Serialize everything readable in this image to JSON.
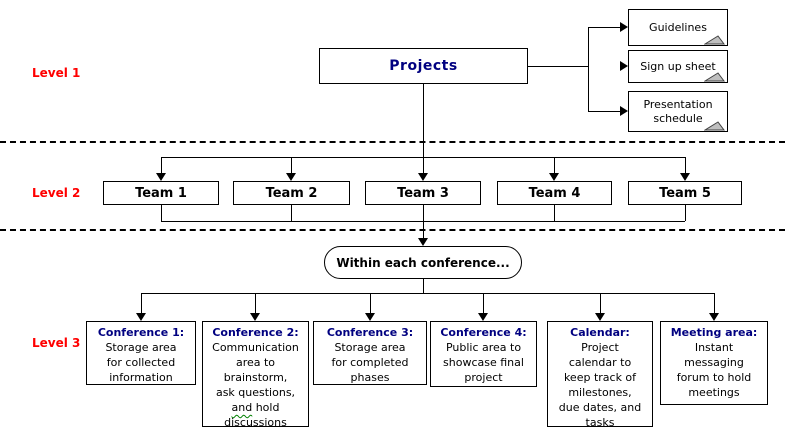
{
  "colors": {
    "title_navy": "#000080",
    "level_label_red": "#ff0000",
    "line_black": "#000000",
    "note_fold_gray": "#bfbfbf",
    "squiggle_green": "#008000"
  },
  "level1": {
    "label": "Level 1",
    "root_label": "Projects",
    "notes": [
      {
        "label": "Guidelines"
      },
      {
        "label": "Sign up sheet"
      },
      {
        "label": "Presentation\nschedule"
      }
    ]
  },
  "level2": {
    "label": "Level 2",
    "teams": [
      {
        "label": "Team 1"
      },
      {
        "label": "Team 2"
      },
      {
        "label": "Team 3"
      },
      {
        "label": "Team 4"
      },
      {
        "label": "Team 5"
      }
    ]
  },
  "level3": {
    "label": "Level 3",
    "connector_label": "Within each conference...",
    "boxes": [
      {
        "title": "Conference 1:",
        "body": "Storage area\nfor collected\ninformation"
      },
      {
        "title": "Conference 2:",
        "body_top": "Communication\narea to\nbrainstorm,\nask questions,",
        "squiggle_word": "and",
        "squiggle_rest": " hold",
        "body_bottom": "discussions"
      },
      {
        "title": "Conference 3:",
        "body": "Storage area\nfor completed\nphases"
      },
      {
        "title": "Conference 4:",
        "body": "Public area to\nshowcase final\nproject"
      },
      {
        "title": "Calendar:",
        "body": "Project\ncalendar to\nkeep track of\nmilestones,\ndue dates, and\ntasks"
      },
      {
        "title": "Meeting area:",
        "body": "Instant\nmessaging\nforum to hold\nmeetings"
      }
    ]
  }
}
